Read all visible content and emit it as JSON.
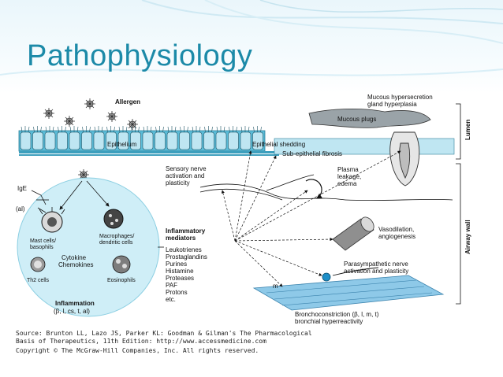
{
  "slide": {
    "title": "Pathophysiology"
  },
  "diagram": {
    "allergen": "Allergen",
    "epithelium": "Epithelium",
    "mucous_hyper": [
      "Mucous hypersecretion",
      "gland hyperplasia"
    ],
    "mucous_plugs": "Mucous plugs",
    "epithelial_shedding": "Epithelial shedding",
    "subepithelial_fibrosis": "Sub-epithelial fibrosis",
    "lumen": "Lumen",
    "airway_wall": "Airway wall",
    "sensory": [
      "Sensory nerve",
      "activation and",
      "plasticity"
    ],
    "plasma": [
      "Plasma",
      "leakage,",
      "edema"
    ],
    "vaso": [
      "Vasodilation,",
      "angiogenesis"
    ],
    "parasympathetic": [
      "Parasympathetic nerve",
      "activation and plasticity"
    ],
    "broncho": [
      "Bronchoconstriction (β, l, m, t)",
      "bronchial hyperreactivity"
    ],
    "m_label": "m",
    "ige": "IgE",
    "al": "(al)",
    "mast": [
      "Mast cells/",
      "basophils"
    ],
    "macro": [
      "Macrophages/",
      "dendritic cells"
    ],
    "cytokine": [
      "Cytokine",
      "Chemokines"
    ],
    "th2": "Th2 cells",
    "eos": "Eosinophils",
    "inflammation": [
      "Inflammation",
      "(β, l, cs, t, al)"
    ],
    "mediators_title": [
      "Inflammatory",
      "mediators"
    ],
    "mediators": [
      "Leukotrienes",
      "Prostaglandins",
      "Purines",
      "Histamine",
      "Proteases",
      "PAF",
      "Protons",
      "etc."
    ]
  },
  "source": {
    "line1": "Source: Brunton LL, Lazo JS, Parker KL: Goodman & Gilman's The Pharmacological",
    "line2": "Basis of Therapeutics, 11th Edition: http://www.accessmedicine.com",
    "line3": "Copyright © The McGraw-Hill Companies, Inc. All rights reserved."
  },
  "colors": {
    "title": "#1c8aa8",
    "epithelium": "#5bbcd8",
    "cells": "#bfe6f2",
    "inflammation": "#cfeef7",
    "muscle": "#8ec9e8"
  }
}
